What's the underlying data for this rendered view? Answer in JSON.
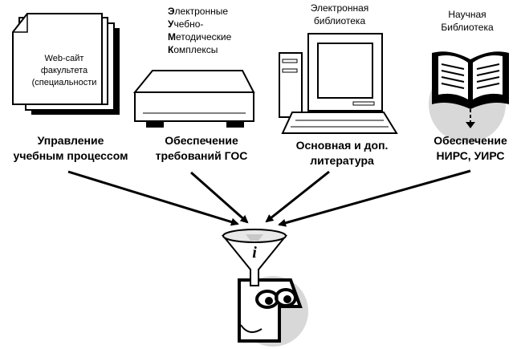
{
  "source1": {
    "doc_lines": [
      "Web-сайт",
      "факультета",
      "(специальности"
    ],
    "caption_lines": [
      "Управление",
      "учебным процессом"
    ]
  },
  "source2": {
    "label_lines": [
      {
        "first": "Э",
        "rest": "лектронные"
      },
      {
        "first": "У",
        "rest": "чебно-"
      },
      {
        "first": "М",
        "rest": "етодические"
      },
      {
        "first": "К",
        "rest": "омплексы"
      }
    ],
    "caption_lines": [
      "Обеспечение",
      "требований ГОС"
    ]
  },
  "source3": {
    "label_lines": [
      "Электронная",
      "библиотека"
    ],
    "caption_lines": [
      "Основная и доп.",
      "литература"
    ]
  },
  "source4": {
    "label_lines": [
      "Научная",
      "Библиотека"
    ],
    "caption_lines": [
      "Обеспечение",
      "НИРС, УИРС"
    ]
  },
  "funnel": {
    "symbol": "i"
  },
  "icons": [
    "document-stack-icon",
    "disk-drive-icon",
    "computer-icon",
    "open-book-icon",
    "funnel-icon",
    "cartoon-head-icon"
  ],
  "colors": {
    "ink": "#000000",
    "shadow": "#d8d8d8",
    "funnel_fill": "#ffffff"
  }
}
